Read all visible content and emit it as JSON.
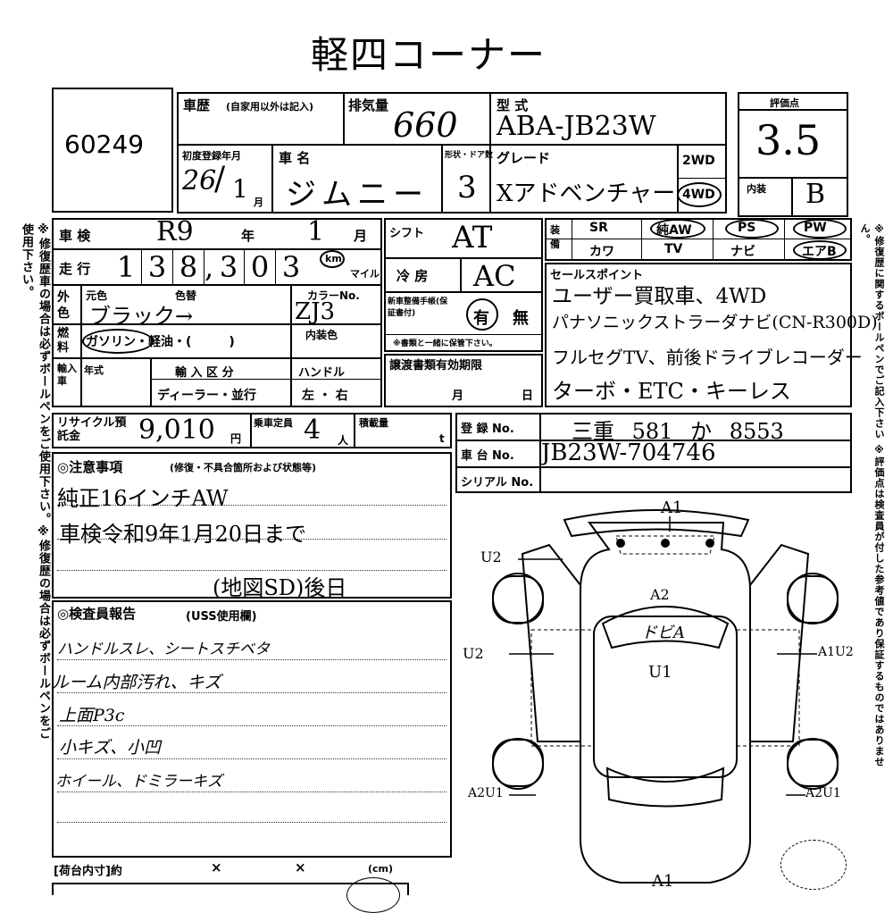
{
  "title": "軽四コーナー",
  "lot_number": "60249",
  "grade_score": {
    "label": "評価点",
    "value": "3.5"
  },
  "interior_grade": {
    "label": "内装",
    "value": "B"
  },
  "history": {
    "label": "車歴",
    "note": "(自家用以外は記入)"
  },
  "displacement": {
    "label": "排気量",
    "value": "660"
  },
  "model": {
    "label": "型 式",
    "value": "ABA-JB23W"
  },
  "first_reg": {
    "label": "初度登録年月",
    "year": "26",
    "month": "1",
    "month_unit": "月"
  },
  "car_name": {
    "label": "車 名",
    "value": "ジムニー"
  },
  "doors": {
    "label": "形状・ドア数",
    "value": "3"
  },
  "grade": {
    "label": "グレード",
    "value": "Xアドベンチャー"
  },
  "drive": {
    "opt1": "2WD",
    "opt2": "4WD"
  },
  "inspection": {
    "label": "車 検",
    "era": "R9",
    "year_unit": "年",
    "month": "1",
    "month_unit": "月"
  },
  "mileage": {
    "label": "走 行",
    "digits": [
      "1",
      "3",
      "8",
      "3",
      "0",
      "3"
    ],
    "unit_km": "km",
    "unit_mile": "マイル"
  },
  "shift": {
    "label": "シフト",
    "value": "AT"
  },
  "ac": {
    "label": "冷 房",
    "value": "AC"
  },
  "equipment": {
    "label": "装備",
    "items": [
      "SR",
      "純AW",
      "PS",
      "PW",
      "カワ",
      "TV",
      "ナビ",
      "エアB"
    ]
  },
  "color": {
    "label": "外色",
    "orig_label": "元色",
    "change_label": "色替",
    "value": "ブラック→",
    "code_label": "カラーNo.",
    "code": "ZJ3",
    "interior_label": "内装色"
  },
  "fuel": {
    "label": "燃料",
    "value": "ガソリン・軽油・(　　　)"
  },
  "manual": {
    "label": "新車整備手帳(保証書付)",
    "has": "有",
    "none": "無",
    "note": "※書類と一緒に保管下さい。"
  },
  "import": {
    "label": "輸入車",
    "year_label": "年式",
    "category_label": "輸 入 区 分",
    "category": "ディーラー・並行",
    "handle_label": "ハンドル",
    "handle": "左 ・ 右"
  },
  "transfer": {
    "label": "譲渡書類有効期限",
    "month": "月",
    "day": "日"
  },
  "sales_points": {
    "label": "セールスポイント",
    "lines": [
      "ユーザー買取車、4WD",
      "パナソニックストラーダナビ(CN-R300D)",
      "フルセグTV、前後ドライブレコーダー",
      "ターボ・ETC・キーレス"
    ]
  },
  "recycle": {
    "label": "リサイクル預託金",
    "value": "9,010",
    "unit": "円"
  },
  "capacity": {
    "label": "乗車定員",
    "value": "4",
    "unit": "人"
  },
  "load": {
    "label": "積載量",
    "unit": "t"
  },
  "registration": {
    "label": "登 録 No.",
    "value": "三重 581 か 8553"
  },
  "chassis": {
    "label": "車 台 No.",
    "value": "JB23W-704746"
  },
  "serial": {
    "label": "シリアル No."
  },
  "notes": {
    "label": "◎注意事項",
    "sub": "(修復・不具合箇所および状態等)",
    "lines": [
      "純正16インチAW",
      "車検令和9年1月20日まで",
      "(地図SD)後日"
    ]
  },
  "inspector": {
    "label": "◎検査員報告",
    "sub": "(USS使用欄)",
    "lines": [
      "ハンドルスレ、シートスチベタ",
      "ルーム内部汚れ、キズ",
      "上面P3c",
      "小キズ、小凹",
      "ホイール、ドミラーキズ"
    ]
  },
  "diagram_marks": [
    "A1",
    "U2",
    "A2",
    "ドビA",
    "U1",
    "U2",
    "A1U2",
    "A2U1",
    "A2U1",
    "A1"
  ],
  "cargo": {
    "label": "[荷台内寸]約",
    "x1": "×",
    "x2": "×",
    "unit": "(cm)"
  },
  "left_vertical": "※修復歴車の場合は必ずボールペンをご使用下さい。※修復歴の場合は必ずボールペンをご使用下さい。",
  "right_vertical": "※修復歴に関するボールペンでご記入下さい ※評価点は検査員が付した参考値であり保証するものではありません。"
}
